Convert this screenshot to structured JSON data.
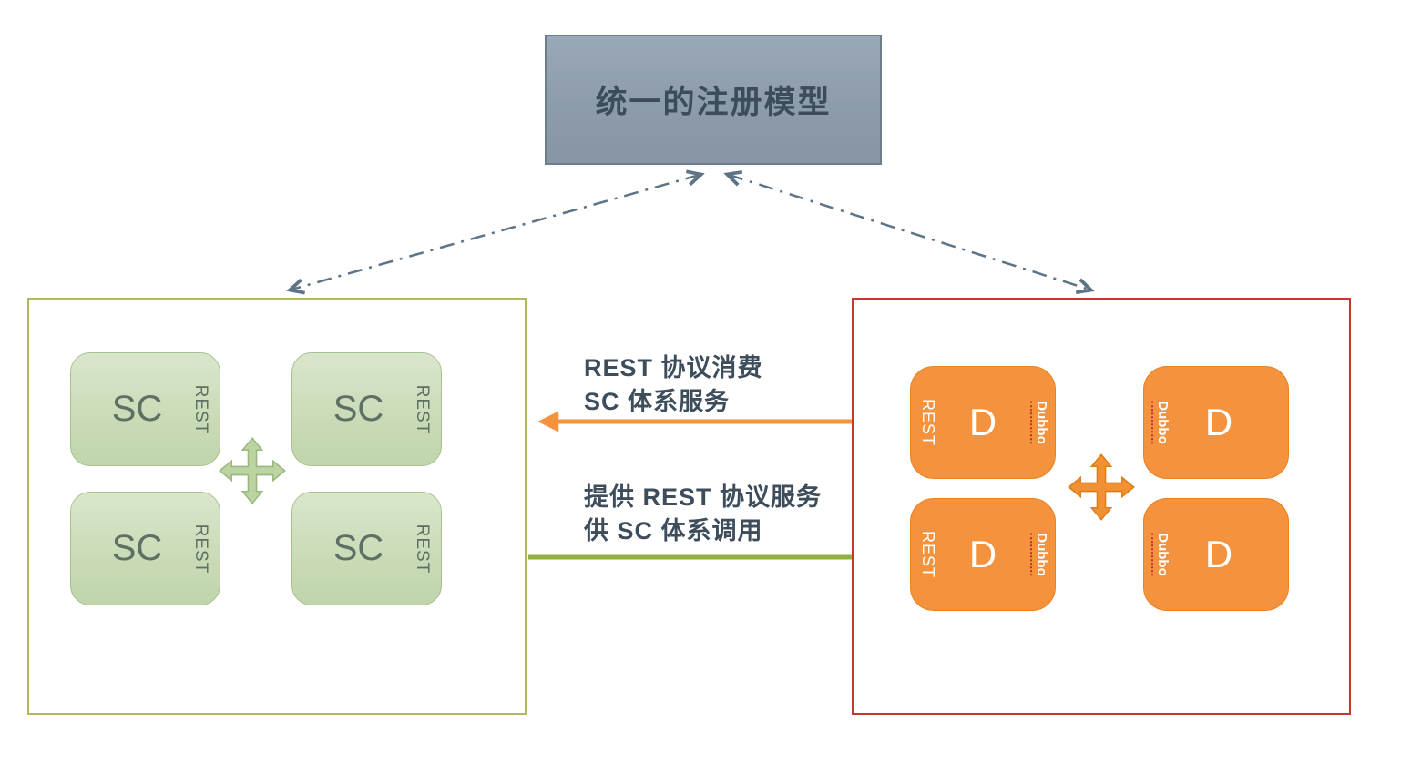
{
  "title": "统一的注册模型",
  "left_panel": {
    "nodes": [
      {
        "label": "SC",
        "protocol": "REST"
      },
      {
        "label": "SC",
        "protocol": "REST"
      },
      {
        "label": "SC",
        "protocol": "REST"
      },
      {
        "label": "SC",
        "protocol": "REST"
      }
    ]
  },
  "right_panel": {
    "nodes": [
      {
        "label": "D",
        "protocol": "REST",
        "brand": "Dubbo"
      },
      {
        "label": "D",
        "brand": "Dubbo"
      },
      {
        "label": "D",
        "protocol": "REST",
        "brand": "Dubbo"
      },
      {
        "label": "D",
        "brand": "Dubbo"
      }
    ]
  },
  "labels": {
    "consume_line1": "REST 协议消费",
    "consume_line2": "SC 体系服务",
    "provide_line1": "提供 REST 协议服务",
    "provide_line2": "供 SC 体系调用"
  },
  "colors": {
    "title_fill": "#8d9caa",
    "title_border": "#6c7d8c",
    "connector": "#5d7386",
    "left_panel_border": "#b2b95b",
    "sc_node_fill": "#c9dbb6",
    "sc_node_border": "#a7c18d",
    "right_panel_border": "#c9382e",
    "d_node_fill": "#f5923d",
    "consume_arrow": "#f5923d",
    "provide_arrow": "#8fb03f",
    "label_text": "#3d4d5c"
  }
}
